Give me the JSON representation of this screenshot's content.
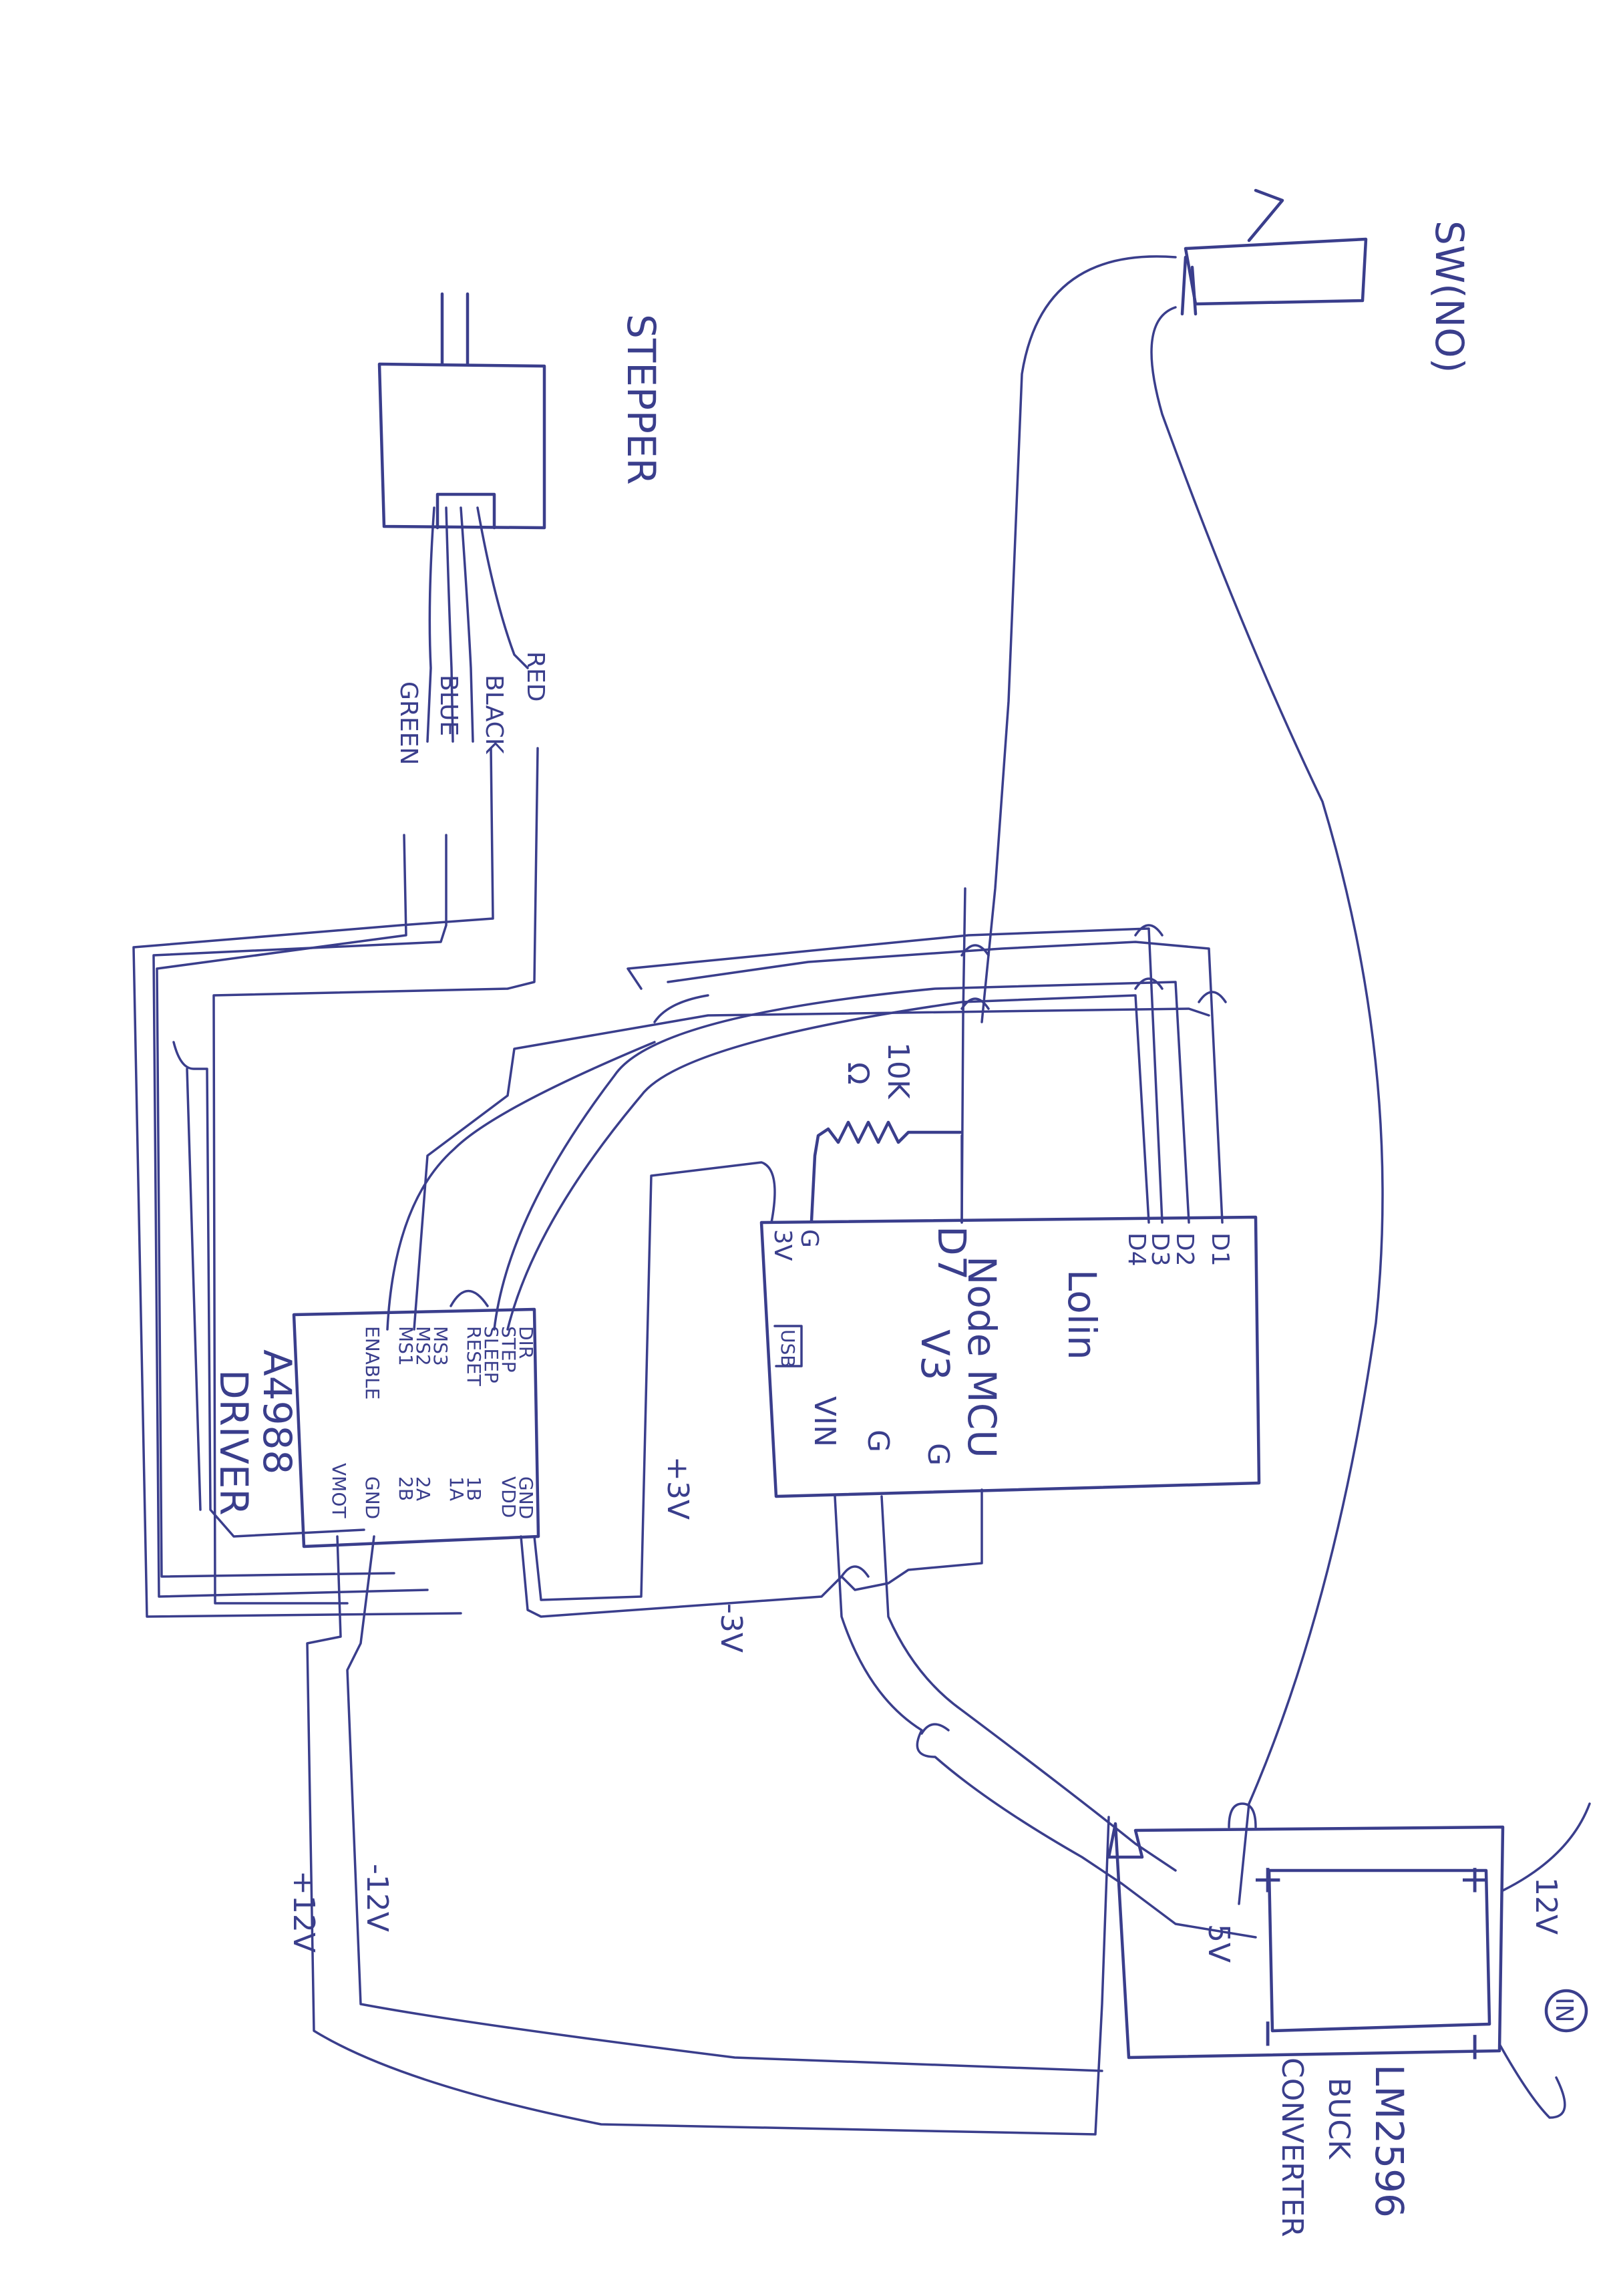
{
  "labels": {
    "stepper": "STEPPER",
    "switch": "SW(NO)",
    "wire_red": "RED",
    "wire_black": "BLACK",
    "wire_blue": "BLUE",
    "wire_green": "GREEN",
    "resistor_value": "10K",
    "resistor_unit": "Ω",
    "driver_name": "A4988",
    "driver_sub": "DRIVER",
    "mcu_line1": "Lolin",
    "mcu_line2": "Node MCU",
    "mcu_line3": "V3",
    "usb": "USB",
    "plus_3v": "+3V",
    "minus_3v": "-3V",
    "plus_12v": "+12V",
    "minus_12v": "-12V",
    "buck_plus_out": "+",
    "buck_plus_in": "+",
    "buck_minus_out": "−",
    "buck_minus_in": "−",
    "buck_5v": "5V",
    "buck_12v": "12V",
    "buck_in": "IN",
    "buck_line1": "LM2596",
    "buck_line2": "BUCK",
    "buck_line3": "CONVERTER"
  },
  "driver_pins_left": [
    "DIR",
    "STEP",
    "SLEEP",
    "RESET",
    "MS3",
    "MS2",
    "MS1",
    "ENABLE"
  ],
  "driver_pins_right": [
    "GND",
    "VDD",
    "1B",
    "1A",
    "2A",
    "2B",
    "GND",
    "VMOT"
  ],
  "mcu_pins_top": [
    "3V",
    "G",
    "D7",
    "D4",
    "D3",
    "D2",
    "D1"
  ],
  "mcu_pins_bottom": [
    "VIN",
    "G",
    "G"
  ]
}
